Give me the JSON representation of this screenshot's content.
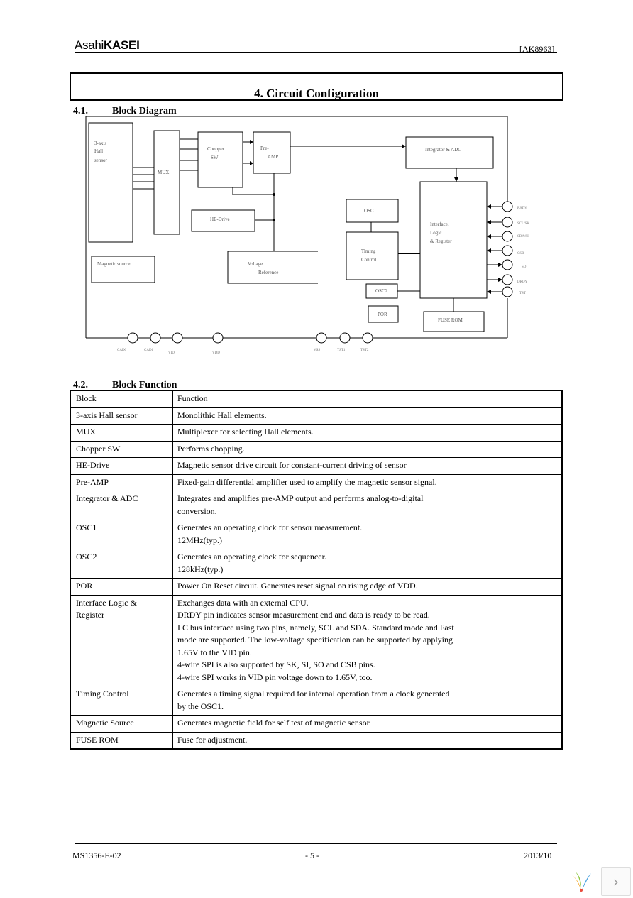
{
  "header": {
    "logo_light": "Asahi",
    "logo_bold": "KASEI",
    "part_number": "[AK8963]"
  },
  "section": {
    "title": "4.  Circuit Configuration"
  },
  "sub1": {
    "num": "4.1.",
    "title": "Block Diagram"
  },
  "sub2": {
    "num": "4.2.",
    "title": "Block Function"
  },
  "diagram": {
    "hall_sensor": [
      "3-axis",
      "Hall",
      "sensor"
    ],
    "mux": "MUX",
    "chopper": [
      "Chopper",
      "SW"
    ],
    "preamp": [
      "Pre-",
      "AMP"
    ],
    "he_drive": "HE-Drive",
    "integrator": "Integrator & ADC",
    "osc1": "OSC1",
    "timing": [
      "Timing",
      "Control"
    ],
    "osc2": "OSC2",
    "por": "POR",
    "interface": [
      "Interface,",
      "Logic",
      "& Register"
    ],
    "fuse_rom": "FUSE ROM",
    "mag_source": "Magnetic source",
    "voltage_ref": [
      "Voltage",
      "Reference"
    ],
    "right_pins": [
      "RSTN",
      "SCL/SK",
      "SDA/SI",
      "CSB",
      "SO",
      "DRDY",
      "TST"
    ],
    "bottom_pins": [
      "CAD0",
      "CAD1",
      "VID",
      "VDD",
      "VSS",
      "TST1",
      "TST2"
    ]
  },
  "table": {
    "header": [
      "Block",
      "Function"
    ],
    "rows": [
      {
        "block": [
          "3-axis Hall sensor"
        ],
        "func": [
          "Monolithic Hall elements."
        ]
      },
      {
        "block": [
          "MUX"
        ],
        "func": [
          "Multiplexer for selecting Hall elements."
        ]
      },
      {
        "block": [
          "Chopper SW"
        ],
        "func": [
          "Performs chopping."
        ]
      },
      {
        "block": [
          "HE-Drive"
        ],
        "func": [
          "Magnetic sensor drive circuit for constant-current driving of sensor"
        ]
      },
      {
        "block": [
          "Pre-AMP"
        ],
        "func": [
          "Fixed-gain differential amplifier used to amplify the magnetic sensor signal."
        ]
      },
      {
        "block": [
          "Integrator & ADC"
        ],
        "func": [
          "Integrates and amplifies pre-AMP output and performs analog-to-digital",
          "conversion."
        ]
      },
      {
        "block": [
          "OSC1"
        ],
        "func": [
          "Generates an operating clock for sensor measurement.",
          "12MHz(typ.)"
        ]
      },
      {
        "block": [
          "OSC2"
        ],
        "func": [
          "Generates an operating clock for sequencer.",
          "128kHz(typ.)"
        ]
      },
      {
        "block": [
          "POR"
        ],
        "func": [
          "Power On Reset circuit. Generates reset signal on rising edge of VDD."
        ]
      },
      {
        "block": [
          "Interface Logic &",
          "Register"
        ],
        "func": [
          "Exchanges data with an external CPU.",
          "DRDY pin indicates sensor measurement end and data is ready to be read.",
          "I  C bus interface using two pins, namely, SCL and SDA. Standard mode and Fast",
          "mode are supported. The low-voltage specification can be supported by applying",
          "1.65V to the VID pin.",
          "4-wire SPI is also supported by SK, SI, SO and CSB pins.",
          "4-wire SPI works in VID pin voltage down to 1.65V, too."
        ]
      },
      {
        "block": [
          "Timing Control"
        ],
        "func": [
          "Generates a timing signal required for internal operation from a clock generated",
          "by the OSC1."
        ]
      },
      {
        "block": [
          "Magnetic Source"
        ],
        "func": [
          "Generates magnetic field for self test of magnetic sensor."
        ]
      },
      {
        "block": [
          "FUSE ROM"
        ],
        "func": [
          "Fuse for adjustment."
        ]
      }
    ]
  },
  "footer": {
    "doc_id": "MS1356-E-02",
    "page": "- 5 -",
    "date": "2013/10"
  },
  "viewer": {
    "next_glyph": "›"
  }
}
